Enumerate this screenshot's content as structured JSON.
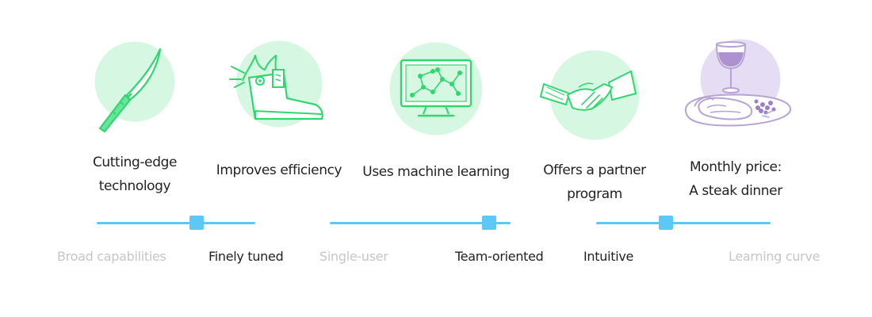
{
  "colors": {
    "accent_green": "#2fd86e",
    "pale_green": "#d6f7e1",
    "purple": "#b7a3d6",
    "pale_purple": "#e5ddf3",
    "slider_blue": "#5bc8f5",
    "label_active": "#222222",
    "label_inactive": "#c6c6c6"
  },
  "features": [
    {
      "icon": "knife-icon",
      "label": "Cutting-edge\ntechnology"
    },
    {
      "icon": "boot-icon",
      "label": "Improves efficiency"
    },
    {
      "icon": "monitor-network-icon",
      "label": "Uses machine learning"
    },
    {
      "icon": "handshake-icon",
      "label": "Offers a partner\nprogram"
    },
    {
      "icon": "steak-dinner-icon",
      "label": "Monthly price:\nA steak dinner"
    }
  ],
  "sliders": [
    {
      "left_label": "Broad capabilities",
      "right_label": "Finely tuned",
      "value_percent": 63,
      "active_side": "right"
    },
    {
      "left_label": "Single-user",
      "right_label": "Team-oriented",
      "value_percent": 88,
      "active_side": "right"
    },
    {
      "left_label": "Intuitive",
      "right_label": "Learning curve",
      "value_percent": 40,
      "active_side": "left"
    }
  ]
}
